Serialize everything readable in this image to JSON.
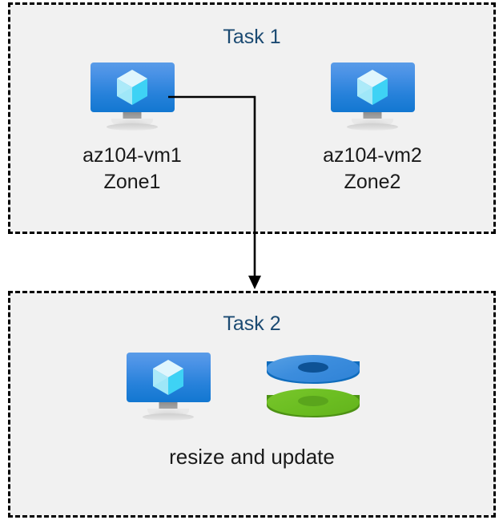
{
  "diagram": {
    "title_color": "#1b4a72",
    "container_fill": "#f1f1f1",
    "border_color": "#000000",
    "connector_color": "#000000"
  },
  "task1": {
    "title": "Task 1",
    "nodes": [
      {
        "icon": "virtual-machine-icon",
        "caption_line1": "az104-vm1",
        "caption_line2": "Zone1"
      },
      {
        "icon": "virtual-machine-icon",
        "caption_line1": "az104-vm2",
        "caption_line2": "Zone2"
      }
    ]
  },
  "task2": {
    "title": "Task 2",
    "nodes": [
      {
        "icon": "virtual-machine-icon"
      },
      {
        "icon": "managed-disks-icon"
      }
    ],
    "caption": "resize and update"
  },
  "connector": {
    "from": "az104-vm1",
    "to": "Task 2",
    "style": "elbow-arrow"
  },
  "icon_colors": {
    "vm_screen_top": "#5a9ce8",
    "vm_screen_bottom": "#1277d1",
    "vm_cube_light": "#d9f4fd",
    "vm_cube_mid": "#8fe3f7",
    "vm_cube_bright": "#34d0f5",
    "vm_stand": "#b6b6b6",
    "disk_blue_top": "#3c8ddd",
    "disk_blue_side": "#0f6cbd",
    "disk_blue_hole": "#0d5295",
    "disk_green_top": "#6cbe22",
    "disk_green_side": "#4d9214",
    "disk_green_hole": "#5aa51c"
  }
}
